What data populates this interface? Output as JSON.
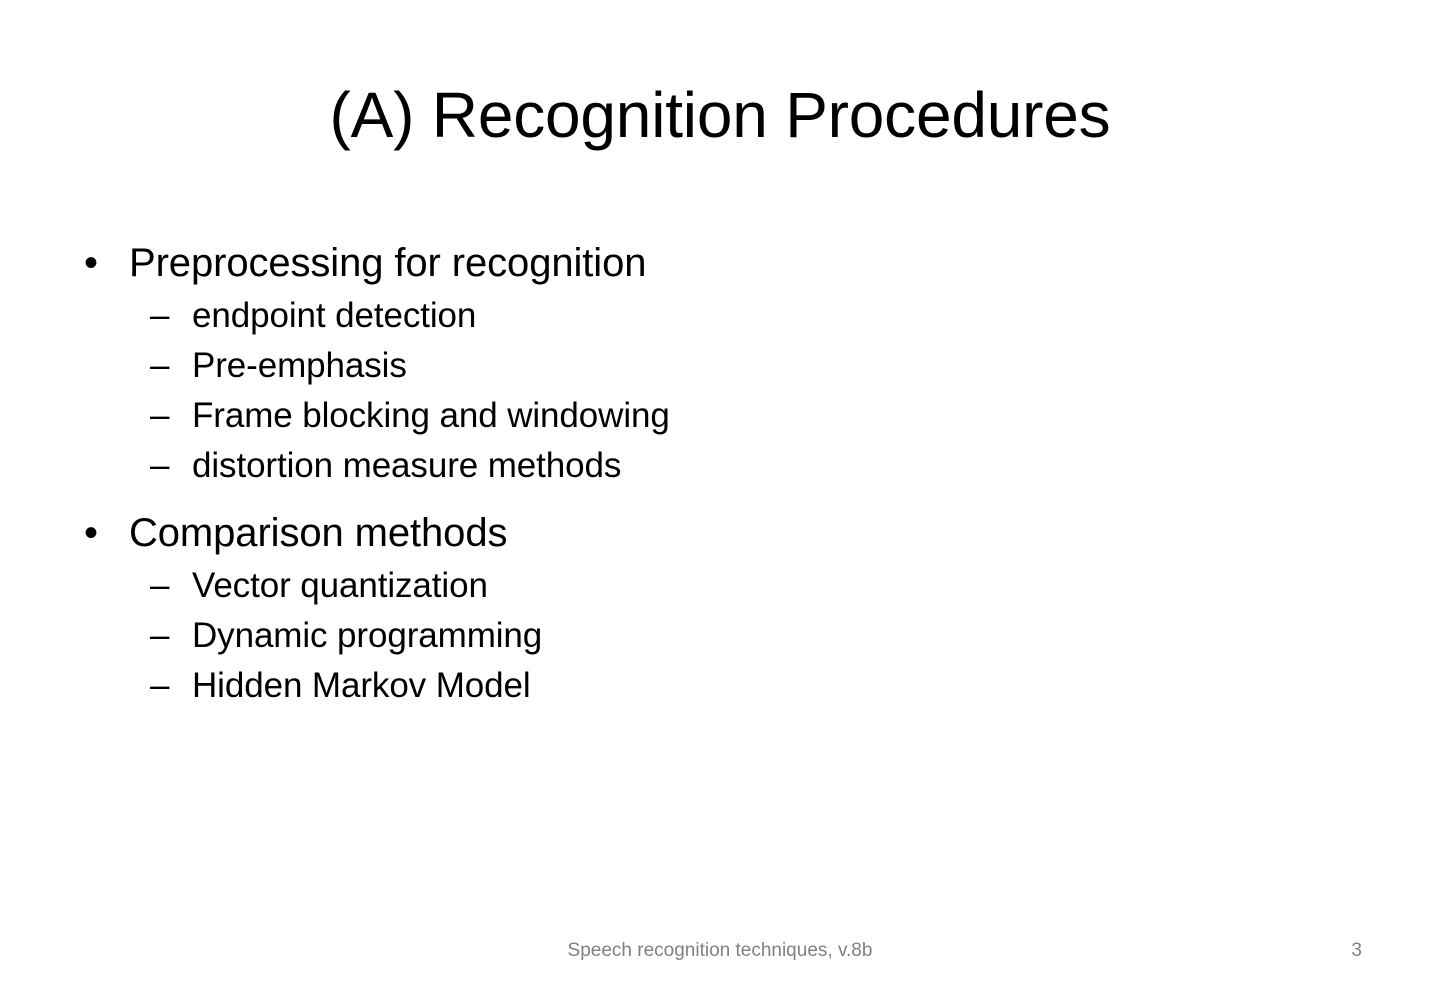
{
  "slide": {
    "title": "(A) Recognition Procedures",
    "background_color": "#ffffff",
    "text_color": "#000000",
    "footer_color": "#808080",
    "bullets": [
      {
        "level": 1,
        "marker": "•",
        "text": "Preprocessing for recognition"
      },
      {
        "level": 2,
        "marker": "–",
        "text": "endpoint detection"
      },
      {
        "level": 2,
        "marker": "–",
        "text": "Pre-emphasis"
      },
      {
        "level": 2,
        "marker": "–",
        "text": "Frame blocking and windowing"
      },
      {
        "level": 2,
        "marker": "–",
        "text": "distortion measure methods"
      },
      {
        "level": 1,
        "marker": "•",
        "text": "Comparison methods"
      },
      {
        "level": 2,
        "marker": "–",
        "text": "Vector quantization"
      },
      {
        "level": 2,
        "marker": "–",
        "text": "Dynamic programming"
      },
      {
        "level": 2,
        "marker": "–",
        "text": "Hidden Markov Model"
      }
    ],
    "footer": {
      "text": "Speech recognition techniques, v.8b",
      "page_number": "3"
    }
  }
}
